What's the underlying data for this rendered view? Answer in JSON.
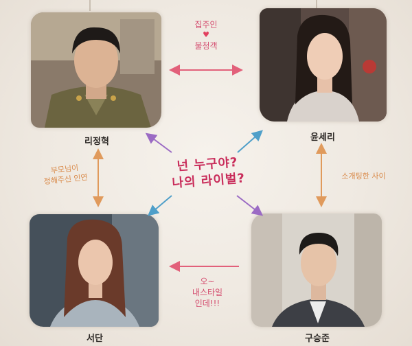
{
  "people": {
    "top_left": {
      "name": "리정혁"
    },
    "top_right": {
      "name": "윤세리"
    },
    "bottom_left": {
      "name": "서단"
    },
    "bottom_right": {
      "name": "구승준"
    }
  },
  "relations": {
    "top": {
      "line1": "집주인",
      "heart": "♥",
      "line2": "불청객"
    },
    "left": {
      "line1": "부모님이",
      "line2": "정해주신 인연"
    },
    "right": {
      "line1": "소개팅한 사이"
    },
    "bottom": {
      "line1": "오~",
      "line2": "내스타일",
      "line3": "인데!!!"
    }
  },
  "center": {
    "line1": "넌 누구야?",
    "line2": "나의 라이벌?"
  },
  "colors": {
    "pink": "#e2607a",
    "orange": "#e09a5c",
    "purple": "#9b6bc4",
    "blue": "#4f9fc9"
  }
}
